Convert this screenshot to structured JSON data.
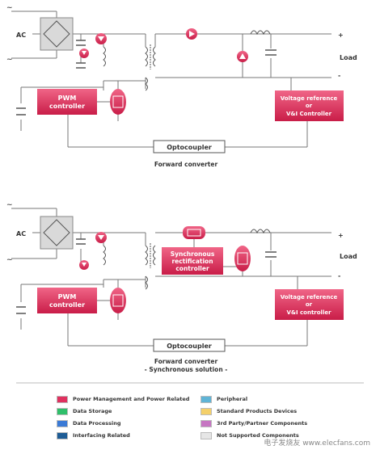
{
  "diagram1": {
    "ac_label": "AC",
    "tilde": "~",
    "pwm": "PWM\ncontroller",
    "vref": "Voltage reference\nor\nV&I Controller",
    "opto": "Optocoupler",
    "load": "Load",
    "plus": "+",
    "minus": "-",
    "caption": "Forward converter"
  },
  "diagram2": {
    "ac_label": "AC",
    "tilde": "~",
    "pwm": "PWM\ncontroller",
    "sync": "Synchronous\nrectification\ncontroller",
    "vref": "Voltage reference\nor\nV&I controller",
    "opto": "Optocoupler",
    "load": "Load",
    "plus": "+",
    "minus": "-",
    "caption": "Forward converter",
    "caption2": "- Synchronous solution -"
  },
  "legend": [
    {
      "label": "Power Management and Power Related",
      "color": "#e0315f"
    },
    {
      "label": "Peripheral",
      "color": "#5fb4d6"
    },
    {
      "label": "Data Storage",
      "color": "#2fbf6a"
    },
    {
      "label": "Standard Products Devices",
      "color": "#f4d06a"
    },
    {
      "label": "Data Processing",
      "color": "#3a7ad6"
    },
    {
      "label": "3rd Party/Partner Components",
      "color": "#c676c2"
    },
    {
      "label": "Interfacing Related",
      "color": "#1e5c95"
    },
    {
      "label": "Not Supported Components",
      "color": "#e6e6e6"
    }
  ],
  "watermark": "电子发烧友 www.elecfans.com",
  "colors": {
    "accent": "#e0315f",
    "wire": "#777777"
  }
}
